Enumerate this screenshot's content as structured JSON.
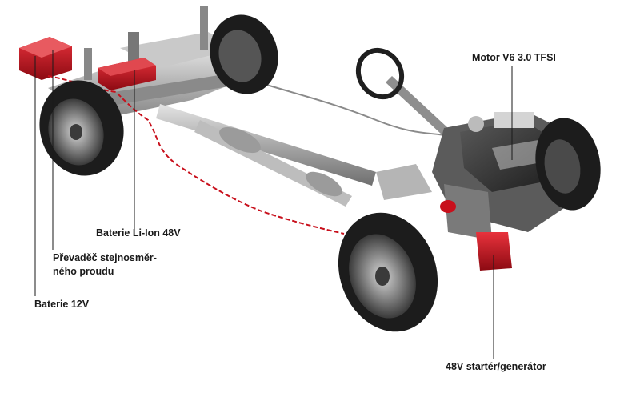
{
  "callouts": {
    "engine": "Motor V6 3.0 TFSI",
    "li_ion_battery": "Baterie Li-Ion 48V",
    "dc_converter_line1": "Převaděč stejnosměr-",
    "dc_converter_line2": "ného proudu",
    "battery_12v": "Baterie 12V",
    "starter_generator": "48V startér/generátor"
  },
  "colors": {
    "highlight_red": "#c8101c",
    "tire": "#1c1c1c",
    "chassis_metal": "#9a9a9a",
    "engine_cover": "#2b2b2b",
    "leader_line": "#1a1a1a"
  }
}
